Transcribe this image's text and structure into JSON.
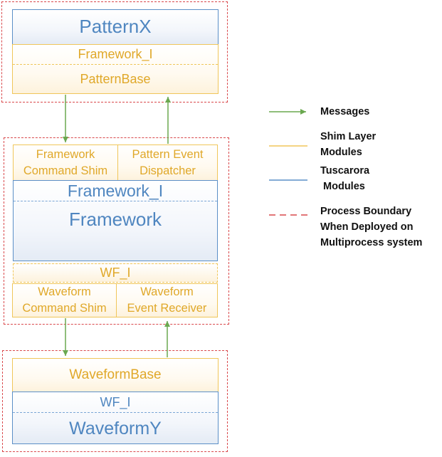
{
  "colors": {
    "boundary": "#d9484b",
    "tuscarora": "#5b8fc7",
    "shim": "#f0c65a",
    "message_arrow": "#6aa84f"
  },
  "top_process": {
    "patternx": "PatternX",
    "framework_i": "Framework_I",
    "patternbase": "PatternBase"
  },
  "middle_process": {
    "framework_command_shim": [
      "Framework",
      "Command Shim"
    ],
    "pattern_event_dispatcher": [
      "Pattern Event",
      "Dispatcher"
    ],
    "framework_i": "Framework_I",
    "framework": "Framework",
    "wf_i": "WF_I",
    "waveform_command_shim": [
      "Waveform",
      "Command Shim"
    ],
    "waveform_event_receiver": [
      "Waveform",
      "Event Receiver"
    ]
  },
  "bottom_process": {
    "waveformbase": "WaveformBase",
    "wf_i": "WF_I",
    "waveformy": "WaveformY"
  },
  "legend": {
    "messages": "Messages",
    "shim": [
      "Shim Layer",
      "Modules"
    ],
    "tuscarora": [
      "Tuscarora",
      " Modules"
    ],
    "boundary": [
      "Process Boundary",
      "When Deployed on",
      "Multiprocess system"
    ]
  }
}
